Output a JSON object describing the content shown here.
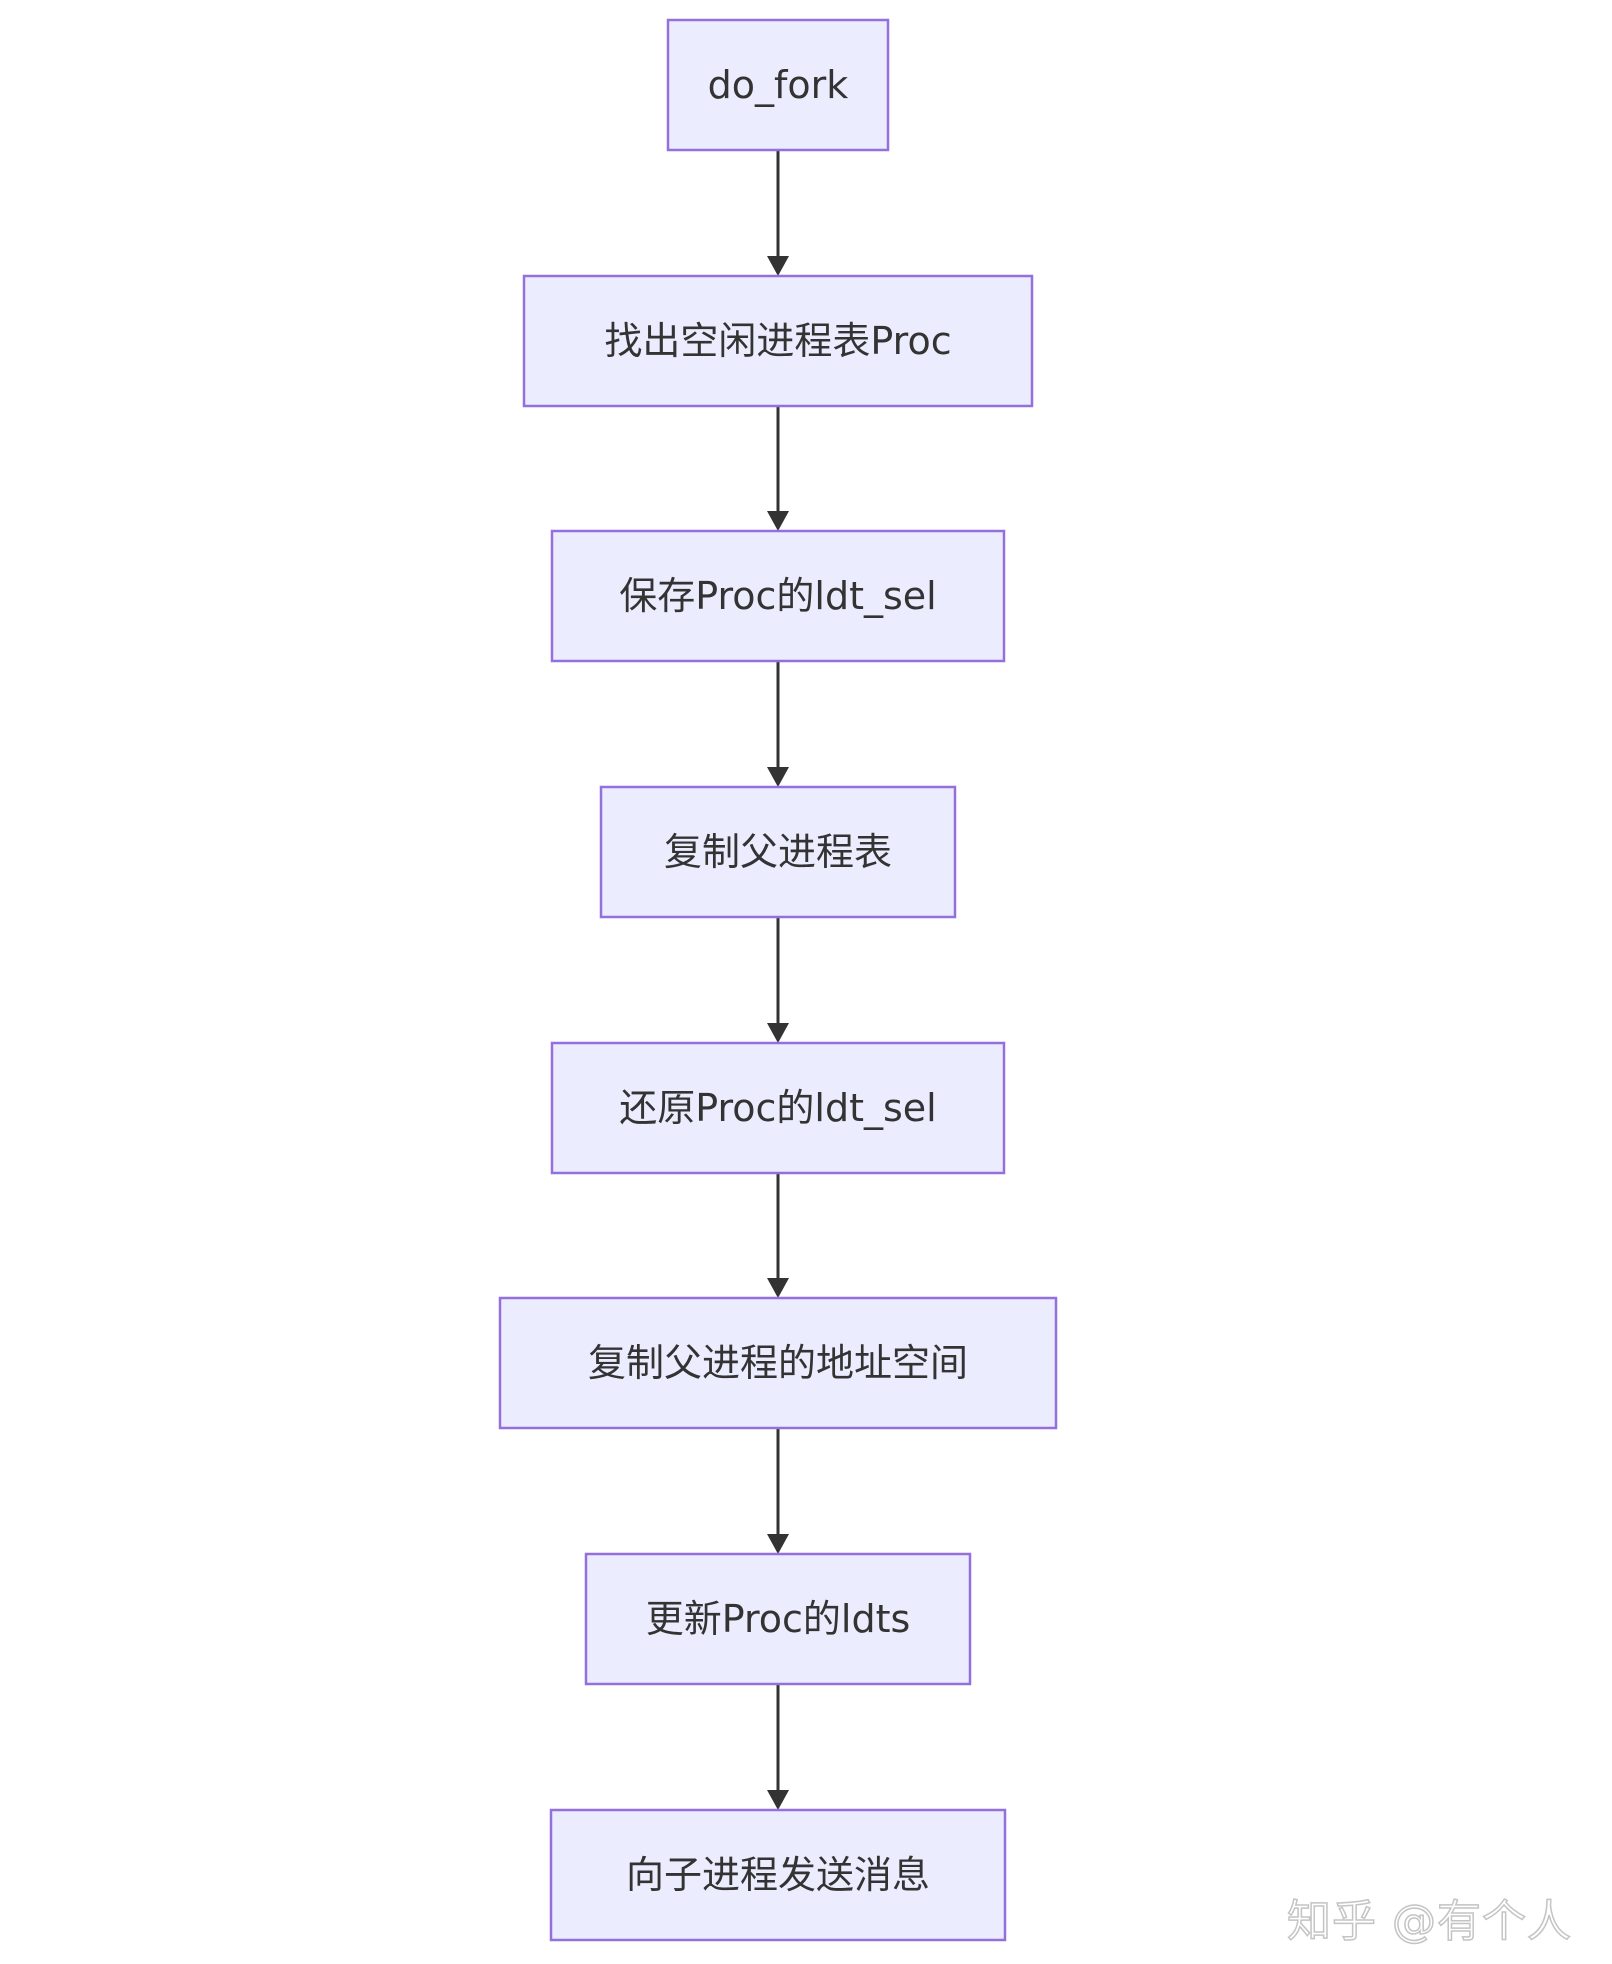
{
  "flowchart": {
    "nodes": [
      {
        "id": "n1",
        "label": "do_fork"
      },
      {
        "id": "n2",
        "label": "找出空闲进程表Proc"
      },
      {
        "id": "n3",
        "label": "保存Proc的ldt_sel"
      },
      {
        "id": "n4",
        "label": "复制父进程表"
      },
      {
        "id": "n5",
        "label": "还原Proc的ldt_sel"
      },
      {
        "id": "n6",
        "label": "复制父进程的地址空间"
      },
      {
        "id": "n7",
        "label": "更新Proc的ldts"
      },
      {
        "id": "n8",
        "label": "向子进程发送消息"
      }
    ],
    "edges": [
      {
        "from": "n1",
        "to": "n2"
      },
      {
        "from": "n2",
        "to": "n3"
      },
      {
        "from": "n3",
        "to": "n4"
      },
      {
        "from": "n4",
        "to": "n5"
      },
      {
        "from": "n5",
        "to": "n6"
      },
      {
        "from": "n6",
        "to": "n7"
      },
      {
        "from": "n7",
        "to": "n8"
      }
    ],
    "colors": {
      "node_fill": "#ECECFF",
      "node_border": "#9370DB",
      "edge": "#333333",
      "text": "#333333"
    }
  },
  "watermark": {
    "text": "知乎 @有个人"
  }
}
